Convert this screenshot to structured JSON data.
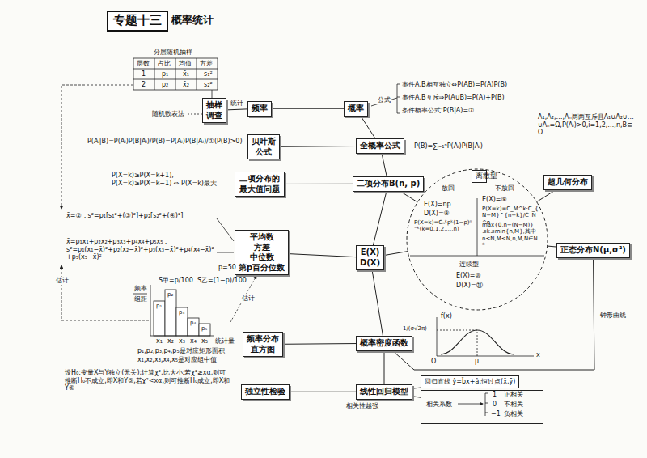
{
  "diagram": {
    "title": "专题十三",
    "nodes": [
      {
        "text": [
          "抽样调查"
        ]
      },
      {
        "text": [
          "频率"
        ]
      },
      {
        "text": [
          "概率"
        ]
      },
      {
        "text": [
          "贝叶斯公式"
        ]
      },
      {
        "text": [
          "全概率公式"
        ]
      },
      {
        "text": [
          "二项分布的最大值问题"
        ]
      },
      {
        "text": [
          "二项分布B(n, p)"
        ]
      },
      {
        "text": [
          "超几何分布"
        ]
      },
      {
        "text": [
          "放回",
          "不放回",
          "E(X)=⑨",
          "P(X=k)=C_M^k·C_{N−M}^{n−k}/C_N^n",
          "max{0,n−(N−M)}≤k≤min{n,M},其中n≤N,M≤N,n,M,N∈N*",
          "E(X)=np",
          "D(X)=⑧",
          "P(X=k)=Cₙᵏpᵏ(1−p)ⁿ⁻ᵏ(k=0,1,2,…,n)",
          "连续型",
          "E(X)=⑩",
          "D(X)=⑪"
        ]
      },
      {
        "text": [
          "离散型"
        ],
        "in": 8
      },
      {
        "text": [
          "平均数",
          "方差",
          "中位数",
          "第p百分位数"
        ]
      },
      {
        "text": [
          "E(X)",
          "D(X)"
        ]
      },
      {
        "text": [
          "正态分布N(μ,σ²)"
        ]
      },
      {
        "text": [
          "频率分布直方图"
        ]
      },
      {
        "text": [
          "概率密度函数"
        ]
      },
      {
        "text": [
          "独立性检验"
        ]
      },
      {
        "text": [
          "线性回归模型"
        ]
      },
      {
        "text": [
          "回归直线 ŷ=b̂x+â;恒过点(x̄,ȳ)"
        ]
      },
      {
        "text": [
          "相关系数",
          "1",
          "正相关",
          "0",
          "不相关",
          "−1",
          "负相关"
        ]
      }
    ],
    "edges": [
      {
        "from": 0,
        "to": 1,
        "label": "统计",
        "arrow": "none"
      },
      {
        "from": 1,
        "to": 2,
        "arrow": "none"
      },
      {
        "from": 3,
        "to": 4,
        "arrow": "none"
      },
      {
        "from": 5,
        "to": 6,
        "arrow": "none"
      },
      {
        "from": 10,
        "to": 11,
        "arrow": "none"
      },
      {
        "from": 13,
        "to": 14,
        "arrow": "none"
      },
      {
        "from": 15,
        "to": 16,
        "arrow": "none"
      },
      {
        "from": 2,
        "to": 4,
        "arrow": "none"
      },
      {
        "from": 4,
        "to": 6,
        "arrow": "none"
      },
      {
        "from": 6,
        "to": 11,
        "arrow": "none"
      },
      {
        "from": 11,
        "to": 14,
        "arrow": "none"
      },
      {
        "from": 14,
        "to": 16,
        "arrow": "none"
      },
      {
        "from": 6,
        "to": 8,
        "arrow": "none"
      },
      {
        "from": 11,
        "to": 8,
        "arrow": "none"
      },
      {
        "from": 7,
        "to": 8,
        "arrow": "none"
      },
      {
        "from": 12,
        "to": 8,
        "arrow": "none"
      },
      {
        "from": 12,
        "to": 14,
        "label": "钟形曲线",
        "arrow": "none"
      },
      {
        "from": 16,
        "to": 17,
        "arrow": "none"
      },
      {
        "from": 16,
        "to": 18,
        "arrow": "none"
      }
    ],
    "labels": [
      "概率统计",
      "分层随机抽样",
      "层数",
      "占比",
      "均值",
      "方差",
      "1",
      "p₁",
      "x̄₁",
      "s₁²",
      "2",
      "p₂",
      "x̄₂",
      "s₂²",
      "随机数表法",
      "事件A,B相互独立⇔P(AB)=P(A)P(B)",
      "事件A,B互斥⇒P(A∪B)=P(A)+P(B)",
      "条件概率公式:P(B|A)=⑦",
      "公式",
      "A₁,A₂,…,Aₙ两两互斥且A₁∪A₂∪…∪Aₙ=Ω,P(Aᵢ)>0,i=1,2,…,n,B⊆Ω",
      "P(Aᵢ|B)=P(Aᵢ)P(B|Aᵢ)/P(B)=P(Aᵢ)P(B|Aᵢ)/①(P(B)>0)",
      "P(B)=∑ᵢ₌₁ⁿP(Aᵢ)P(B|Aᵢ)",
      "P(X=k)≥P(X=k+1), P(X=k)≥P(X=k−1) ⇔ P(X=k)最大",
      "x̄=②，s²=p₁[s₁²+(③)²]+p₂[s₂²+(④)²]",
      "x̄=p₁x₁+p₂x₂+p₃x₃+p₄x₄+p₅x₅，s²=p₁(x₁−x̄)²+p₂(x₂−x̄)²+p₃(x₃−x̄)²+p₄(x₄−x̄)²+p₅(x₅−x̄)²",
      "估计",
      "估计",
      "p=50",
      "频率",
      "组距",
      "S甲=p/100",
      "S乙=(1−p)/100",
      "p₁",
      "p₂",
      "p₃",
      "p₄",
      "p₅",
      "x₁",
      "x₂",
      "x₃",
      "x₄",
      "x₅",
      "统计量",
      "p₁,p₂,p₃,p₄,p₅是对应矩形面积",
      "x₁,x₂,x₃,x₄,x₅是对应组中值",
      "设H₀:变量X与Y独立(无关);计算χ²,比大小:若χ²≥xα,则可推断H₀不成立,即X和Y⑤,若χ²<xα,则可推断H₀成立,即X和Y⑥",
      "f(x)",
      "1/(σ√2π)",
      "O",
      "μ",
      "x",
      "相关性越强"
    ]
  }
}
